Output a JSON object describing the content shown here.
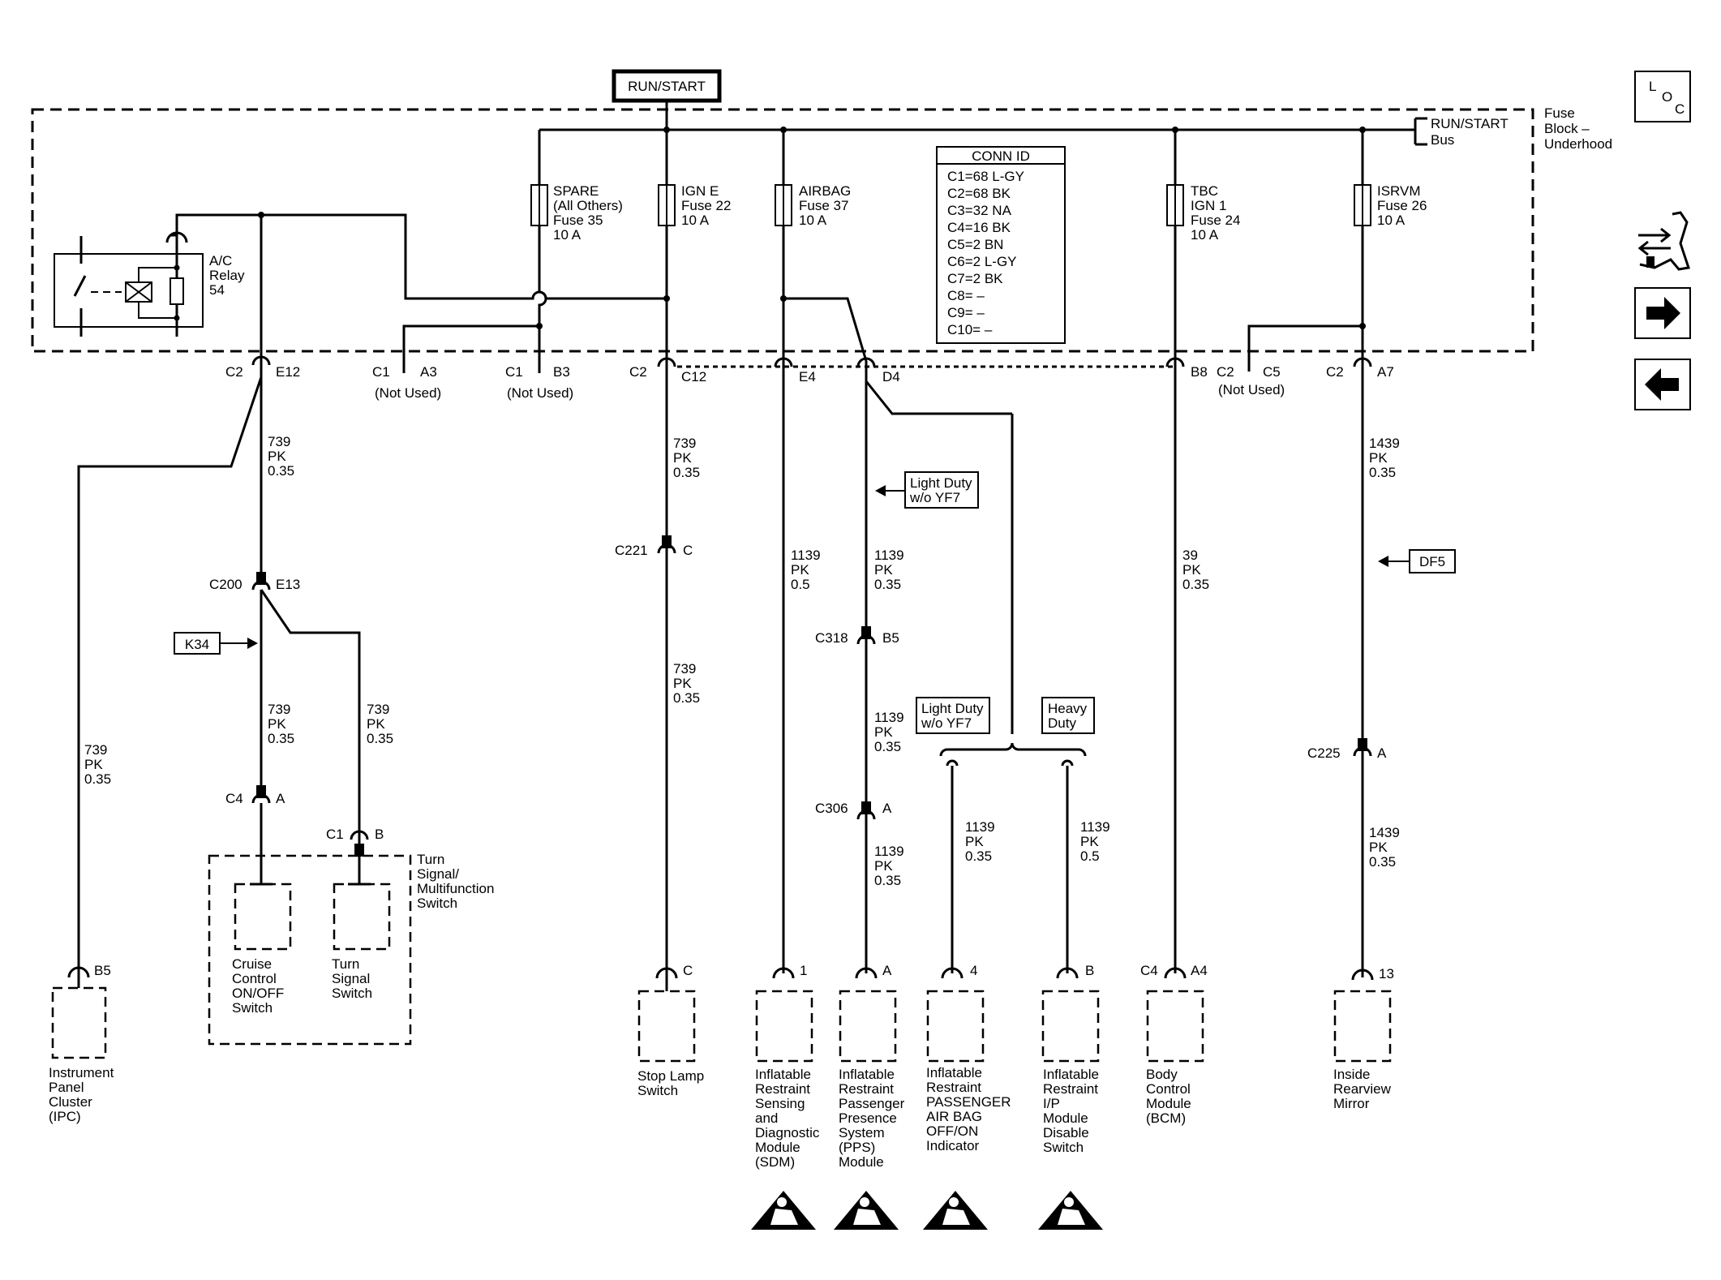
{
  "run_start": "RUN/START",
  "fuse_block": {
    "bus": [
      "RUN/START",
      "Bus"
    ],
    "name": [
      "Fuse",
      "Block –",
      "Underhood"
    ]
  },
  "relay": [
    "A/C",
    "Relay",
    "54"
  ],
  "fuses": [
    [
      "SPARE",
      "(All Others)",
      "Fuse 35",
      "10 A"
    ],
    [
      "IGN E",
      "Fuse 22",
      "10 A"
    ],
    [
      "AIRBAG",
      "Fuse 37",
      "10 A"
    ],
    [
      "TBC",
      "IGN 1",
      "Fuse 24",
      "10 A"
    ],
    [
      "ISRVM",
      "Fuse 26",
      "10 A"
    ]
  ],
  "conn_id": {
    "title": "CONN ID",
    "items": [
      "C1=68 L-GY",
      "C2=68 BK",
      "C3=32 NA",
      "C4=16 BK",
      "C5=2 BN",
      "C6=2 L-GY",
      "C7=2 BK",
      "C8= –",
      "C9= –",
      "C10= –"
    ]
  },
  "connectors": {
    "c2_e12": [
      "C2",
      "E12"
    ],
    "c1_a3": [
      "C1",
      "A3",
      "(Not Used)"
    ],
    "c1_b3": [
      "C1",
      "B3",
      "(Not Used)"
    ],
    "c2_c12": [
      "C2",
      "C12"
    ],
    "e4": "E4",
    "d4": "D4",
    "b8": "B8",
    "c2_c5": [
      "C2",
      "C5",
      "(Not Used)"
    ],
    "c2_a7": [
      "C2",
      "A7"
    ],
    "c221": [
      "C221",
      "C"
    ],
    "c200": [
      "C200",
      "E13"
    ],
    "c318": [
      "C318",
      "B5"
    ],
    "c306": [
      "C306",
      "A"
    ],
    "c225": [
      "C225",
      "A"
    ],
    "c4_a": [
      "C4",
      "A"
    ],
    "c1_b": [
      "C1",
      "B"
    ]
  },
  "wires": {
    "w739_top": [
      "739",
      "PK",
      "0.35"
    ],
    "w739_ipc": [
      "739",
      "PK",
      "0.35"
    ],
    "w739_c4": [
      "739",
      "PK",
      "0.35"
    ],
    "w739_c1": [
      "739",
      "PK",
      "0.35"
    ],
    "w739_stop1": [
      "739",
      "PK",
      "0.35"
    ],
    "w739_stop2": [
      "739",
      "PK",
      "0.35"
    ],
    "w1139_sdm": [
      "1139",
      "PK",
      "0.5"
    ],
    "w1139_d4": [
      "1139",
      "PK",
      "0.35"
    ],
    "w1139_c318": [
      "1139",
      "PK",
      "0.35"
    ],
    "w1139_c306": [
      "1139",
      "PK",
      "0.35"
    ],
    "w1139_ind": [
      "1139",
      "PK",
      "0.35"
    ],
    "w1139_dis": [
      "1139",
      "PK",
      "0.5"
    ],
    "w39": [
      "39",
      "PK",
      "0.35"
    ],
    "w1439_top": [
      "1439",
      "PK",
      "0.35"
    ],
    "w1439_bot": [
      "1439",
      "PK",
      "0.35"
    ]
  },
  "options": {
    "light_duty_1": [
      "Light Duty",
      "w/o YF7"
    ],
    "light_duty_2": [
      "Light Duty",
      "w/o YF7"
    ],
    "heavy_duty": [
      "Heavy",
      "Duty"
    ],
    "k34": "K34",
    "df5": "DF5"
  },
  "switch_group": {
    "title": [
      "Turn",
      "Signal/",
      "Multifunction",
      "Switch"
    ],
    "cruise": [
      "Cruise",
      "Control",
      "ON/OFF",
      "Switch"
    ],
    "turn": [
      "Turn",
      "Signal",
      "Switch"
    ]
  },
  "components": {
    "ipc": {
      "pin": "B5",
      "label": [
        "Instrument",
        "Panel",
        "Cluster",
        "(IPC)"
      ]
    },
    "stop": {
      "pin": "C",
      "label": [
        "Stop Lamp",
        "Switch"
      ]
    },
    "sdm": {
      "pin": "1",
      "label": [
        "Inflatable",
        "Restraint",
        "Sensing",
        "and",
        "Diagnostic",
        "Module",
        "(SDM)"
      ]
    },
    "pps": {
      "pin": "A",
      "label": [
        "Inflatable",
        "Restraint",
        "Passenger",
        "Presence",
        "System",
        "(PPS)",
        "Module"
      ]
    },
    "ind": {
      "pin": "4",
      "label": [
        "Inflatable",
        "Restraint",
        "PASSENGER",
        "AIR BAG",
        "OFF/ON",
        "Indicator"
      ]
    },
    "dis": {
      "pin": "B",
      "label": [
        "Inflatable",
        "Restraint",
        "I/P",
        "Module",
        "Disable",
        "Switch"
      ]
    },
    "bcm": {
      "pin": [
        "C4",
        "A4"
      ],
      "label": [
        "Body",
        "Control",
        "Module",
        "(BCM)"
      ]
    },
    "mirror": {
      "pin": "13",
      "label": [
        "Inside",
        "Rearview",
        "Mirror"
      ]
    }
  },
  "side": {
    "loc": [
      "L",
      "O",
      "C"
    ],
    "icons": [
      "schematic-symbol-icon",
      "right-arrow-icon",
      "left-arrow-icon"
    ]
  }
}
